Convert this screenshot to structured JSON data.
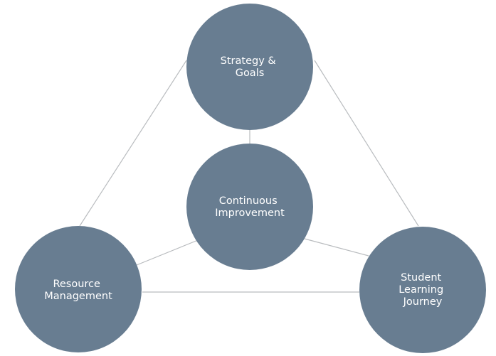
{
  "diagram": {
    "node_color": "#687d91",
    "line_color": "#b9bcbf",
    "background": "#ffffff",
    "nodes": {
      "strategy": {
        "lines": [
          "Strategy &",
          "Goals"
        ]
      },
      "continuous": {
        "lines": [
          "Continuous",
          "Improvement"
        ]
      },
      "resource": {
        "lines": [
          "Resource",
          "Management"
        ]
      },
      "student": {
        "lines": [
          "Student",
          "Learning",
          "Journey"
        ]
      }
    }
  }
}
